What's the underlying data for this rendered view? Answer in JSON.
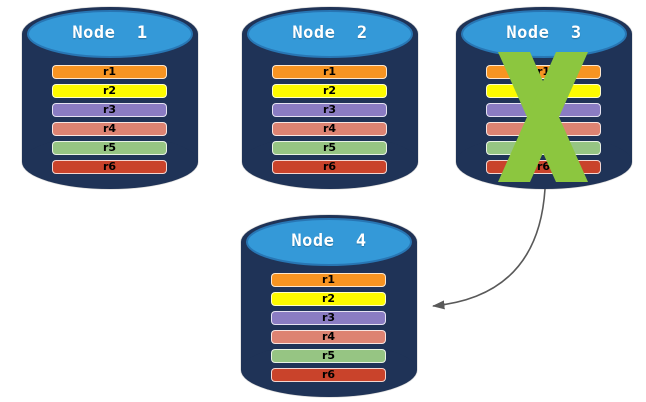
{
  "colors": {
    "cylinder_body": "#1F3357",
    "cylinder_top": "#3499D8",
    "cylinder_top_rim": "#2876B4",
    "failure_x": "#8CC63F",
    "arrow": "#595959"
  },
  "nodes": [
    {
      "title": "Node  1",
      "failed": false
    },
    {
      "title": "Node  2",
      "failed": false
    },
    {
      "title": "Node  3",
      "failed": true
    },
    {
      "title": "Node  4",
      "failed": false
    }
  ],
  "records": [
    {
      "label": "r1",
      "color": "#F79422"
    },
    {
      "label": "r2",
      "color": "#FEFB00"
    },
    {
      "label": "r3",
      "color": "#8A7CC3"
    },
    {
      "label": "r4",
      "color": "#DD8372"
    },
    {
      "label": "r5",
      "color": "#96C583"
    },
    {
      "label": "r6",
      "color": "#C9432B"
    }
  ],
  "arrow": {
    "from": "Node 3",
    "to": "Node 4"
  }
}
